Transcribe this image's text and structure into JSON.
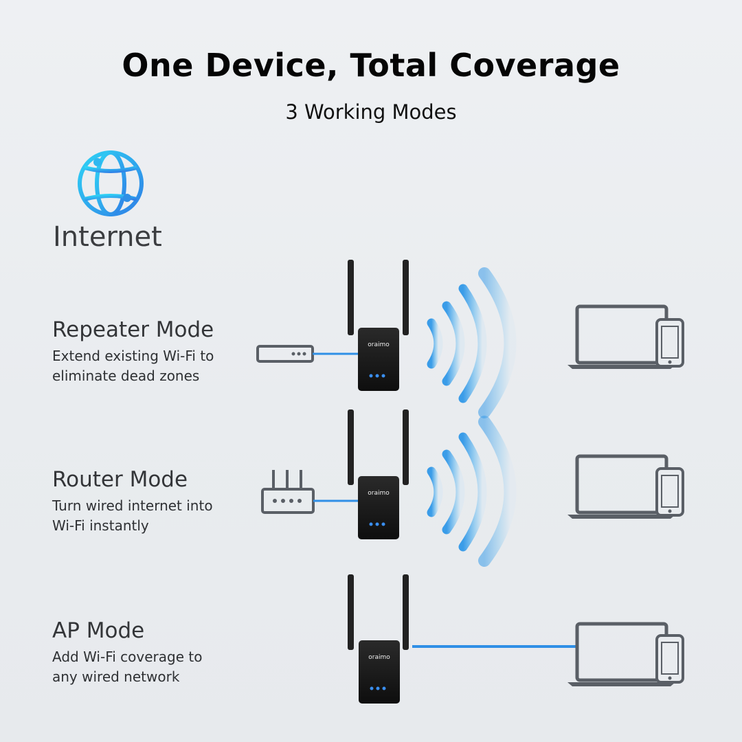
{
  "header": {
    "title": "One Device, Total Coverage",
    "subtitle": "3 Working Modes"
  },
  "internet": {
    "label": "Internet",
    "icon": "globe-icon"
  },
  "modes": [
    {
      "title": "Repeater Mode",
      "desc_line1": "Extend existing Wi-Fi to",
      "desc_line2": "eliminate dead zones",
      "source_icon": "switch-icon"
    },
    {
      "title": "Router Mode",
      "desc_line1": "Turn wired internet into",
      "desc_line2": "Wi-Fi instantly",
      "source_icon": "router-icon"
    },
    {
      "title": "AP Mode",
      "desc_line1": "Add Wi-Fi coverage to",
      "desc_line2": "any wired network",
      "source_icon": "ethernet-cable-icon"
    }
  ],
  "device": {
    "brand": "oraimo"
  },
  "colors": {
    "accent_blue": "#2f8fe6",
    "device_black": "#141414",
    "icon_gray": "#5a5f66"
  }
}
